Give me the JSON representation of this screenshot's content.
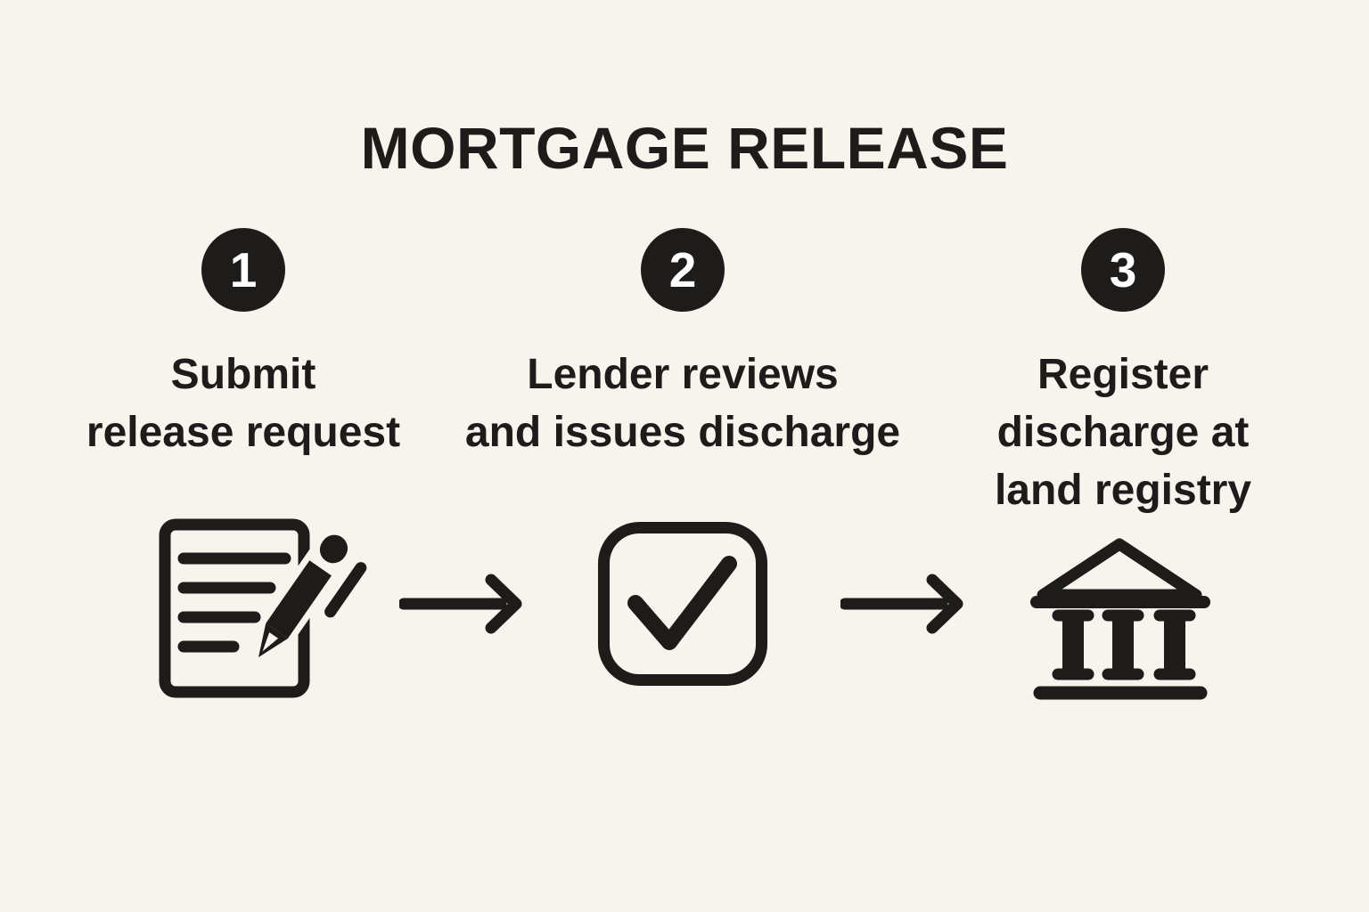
{
  "title": "MORTGAGE RELEASE",
  "steps": [
    {
      "number": "1",
      "label": "Submit release request",
      "lines": [
        "Submit",
        "release request"
      ],
      "icon": "document-pen-icon"
    },
    {
      "number": "2",
      "label": "Lender reviews and issues discharge",
      "lines": [
        "Lender reviews",
        "and issues discharge"
      ],
      "icon": "check-square-icon"
    },
    {
      "number": "3",
      "label": "Register discharge at land registry",
      "lines": [
        "Register",
        "discharge at",
        "land registry"
      ],
      "icon": "bank-icon"
    }
  ],
  "connectors": [
    {
      "icon": "arrow-right-icon"
    },
    {
      "icon": "arrow-right-icon"
    }
  ],
  "colors": {
    "background": "#F7F4EE",
    "ink": "#1D1C1A",
    "number_text": "#FFFFFF"
  }
}
